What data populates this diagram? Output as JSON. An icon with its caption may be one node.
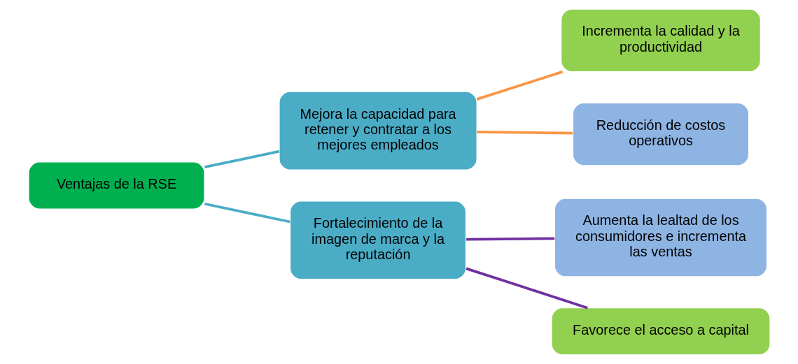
{
  "diagram": {
    "nodes": [
      {
        "text": [
          "Ventajas de la RSE"
        ]
      },
      {
        "text": [
          "Mejora la capacidad para retener y contratar a los mejores empleados"
        ]
      },
      {
        "text": [
          "Fortalecimiento de la imagen de marca y la reputación"
        ]
      },
      {
        "text": [
          "Incrementa la calidad y la productividad"
        ]
      },
      {
        "text": [
          "Reducción de costos operativos"
        ]
      },
      {
        "text": [
          "Aumenta la lealtad de los consumidores e incrementa las ventas"
        ]
      },
      {
        "text": [
          "Favorece el acceso a capital"
        ]
      }
    ],
    "edges": [
      {
        "from": 0,
        "to": 1,
        "arrow": "none",
        "color": "#4bacc6"
      },
      {
        "from": 0,
        "to": 2,
        "arrow": "none",
        "color": "#4bacc6"
      },
      {
        "from": 1,
        "to": 3,
        "arrow": "none",
        "color": "#f79646"
      },
      {
        "from": 1,
        "to": 4,
        "arrow": "none",
        "color": "#f79646"
      },
      {
        "from": 2,
        "to": 5,
        "arrow": "none",
        "color": "#7030a0"
      },
      {
        "from": 2,
        "to": 6,
        "arrow": "none",
        "color": "#7030a0"
      }
    ]
  }
}
